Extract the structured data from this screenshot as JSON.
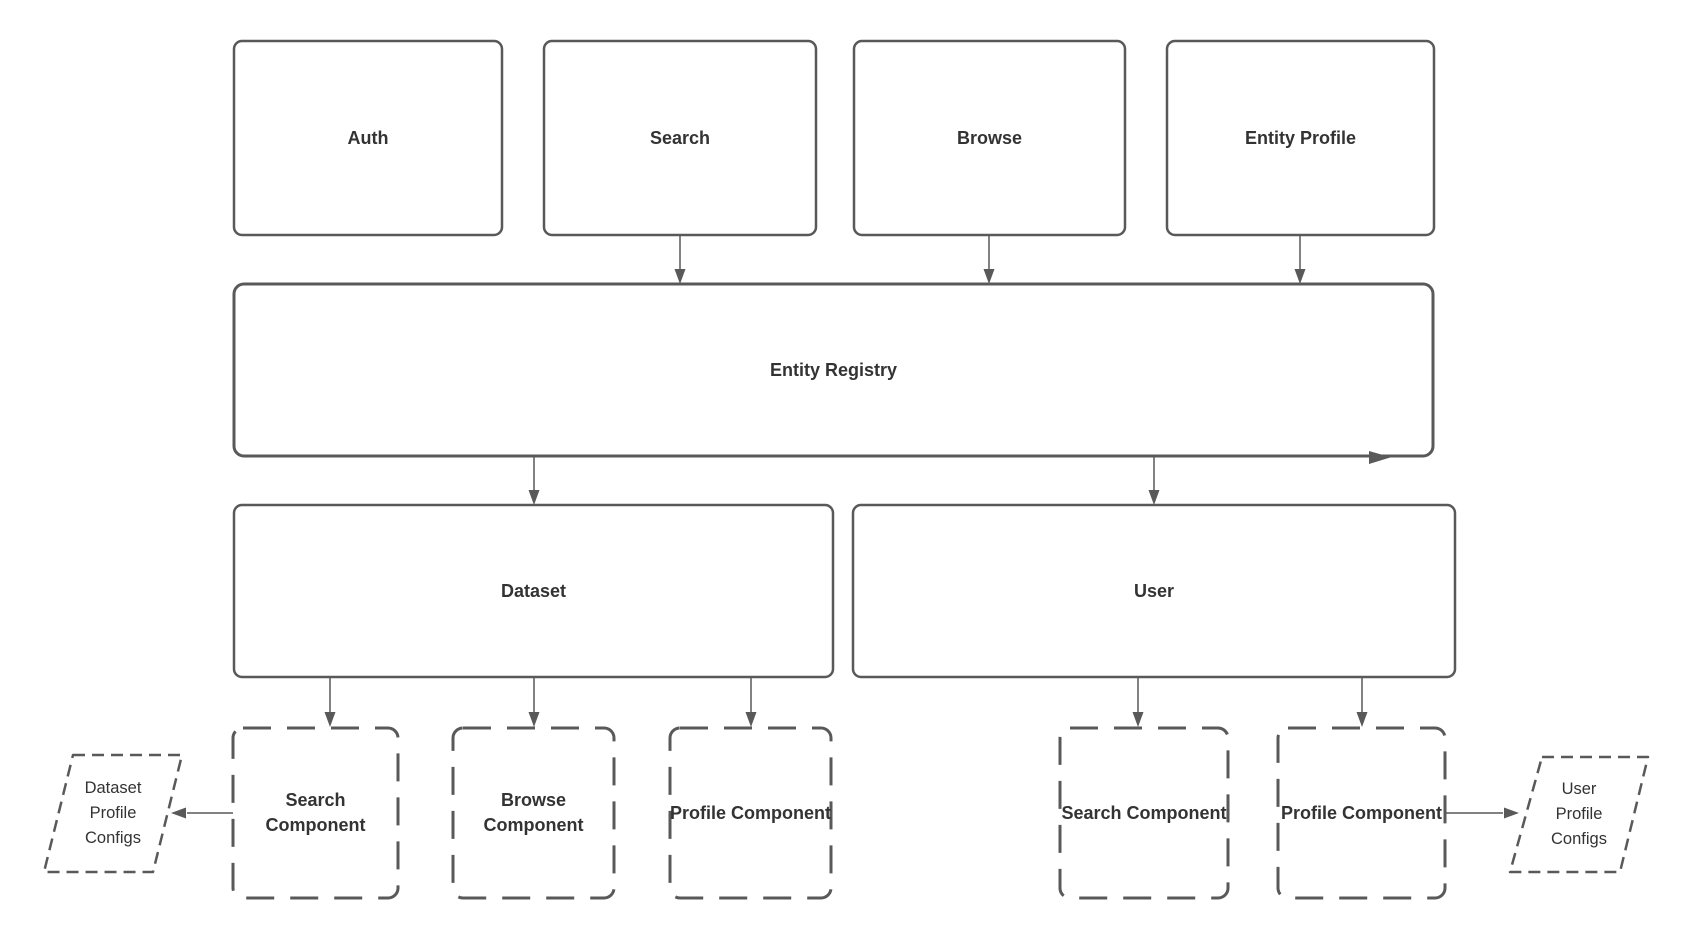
{
  "diagram": {
    "colors": {
      "background": "#ffffff",
      "stroke": "#595959",
      "text": "#333333"
    },
    "nodes": {
      "auth": {
        "label": "Auth",
        "shape": "rounded-rect",
        "border": "solid"
      },
      "search": {
        "label": "Search",
        "shape": "rounded-rect",
        "border": "solid"
      },
      "browse": {
        "label": "Browse",
        "shape": "rounded-rect",
        "border": "solid"
      },
      "entity_profile": {
        "label": "Entity Profile",
        "shape": "rounded-rect",
        "border": "solid"
      },
      "entity_registry": {
        "label": "Entity Registry",
        "shape": "rounded-rect",
        "border": "solid"
      },
      "dataset": {
        "label": "Dataset",
        "shape": "rounded-rect",
        "border": "solid"
      },
      "user": {
        "label": "User",
        "shape": "rounded-rect",
        "border": "solid"
      },
      "dataset_search_component": {
        "label": "Search Component",
        "shape": "rounded-rect",
        "border": "dashed"
      },
      "dataset_browse_component": {
        "label": "Browse Component",
        "shape": "rounded-rect",
        "border": "dashed"
      },
      "dataset_profile_component": {
        "label": "Profile Component",
        "shape": "rounded-rect",
        "border": "dashed"
      },
      "user_search_component": {
        "label": "Search Component",
        "shape": "rounded-rect",
        "border": "dashed"
      },
      "user_profile_component": {
        "label": "Profile Component",
        "shape": "rounded-rect",
        "border": "dashed"
      },
      "dataset_profile_configs": {
        "label": "Dataset Profile Configs",
        "shape": "parallelogram",
        "border": "dashed"
      },
      "user_profile_configs": {
        "label": "User Profile Configs",
        "shape": "parallelogram",
        "border": "dashed"
      }
    },
    "edges": [
      {
        "from": "search",
        "to": "entity_registry",
        "direction": "down"
      },
      {
        "from": "browse",
        "to": "entity_registry",
        "direction": "down"
      },
      {
        "from": "entity_profile",
        "to": "entity_registry",
        "direction": "down"
      },
      {
        "from": "entity_registry",
        "to": "dataset",
        "direction": "down"
      },
      {
        "from": "entity_registry",
        "to": "user",
        "direction": "down"
      },
      {
        "from": "entity_registry",
        "to": "entity_registry_right_edge",
        "direction": "right"
      },
      {
        "from": "dataset",
        "to": "dataset_search_component",
        "direction": "down"
      },
      {
        "from": "dataset",
        "to": "dataset_browse_component",
        "direction": "down"
      },
      {
        "from": "dataset",
        "to": "dataset_profile_component",
        "direction": "down"
      },
      {
        "from": "user",
        "to": "user_search_component",
        "direction": "down"
      },
      {
        "from": "user",
        "to": "user_profile_component",
        "direction": "down"
      },
      {
        "from": "dataset_search_component",
        "to": "dataset_profile_configs",
        "direction": "left"
      },
      {
        "from": "user_profile_component",
        "to": "user_profile_configs",
        "direction": "right"
      }
    ]
  }
}
